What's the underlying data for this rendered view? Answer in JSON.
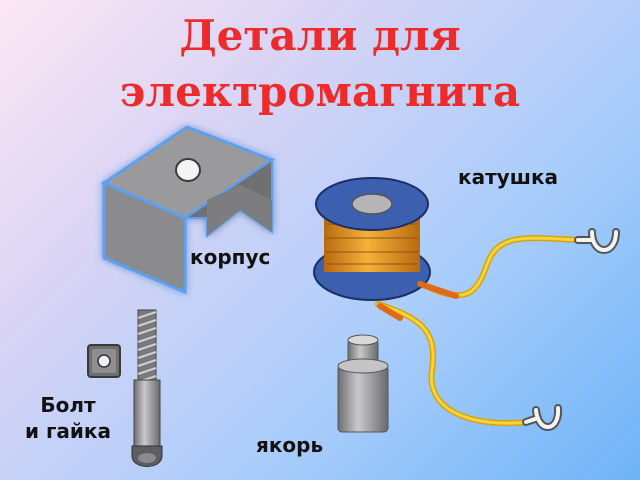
{
  "title": {
    "line1": "Детали для",
    "line2": "электромагнита"
  },
  "labels": {
    "housing": "корпус",
    "coil": "катушка",
    "armature": "якорь",
    "bolt_line1": "Болт",
    "bolt_line2": "и гайка"
  },
  "colors": {
    "title": "#ee2a2a",
    "metal": "#8f8f91",
    "coil_disk": "#3d5fb0",
    "winding": "#e0901c",
    "wire": "#f2c318"
  }
}
